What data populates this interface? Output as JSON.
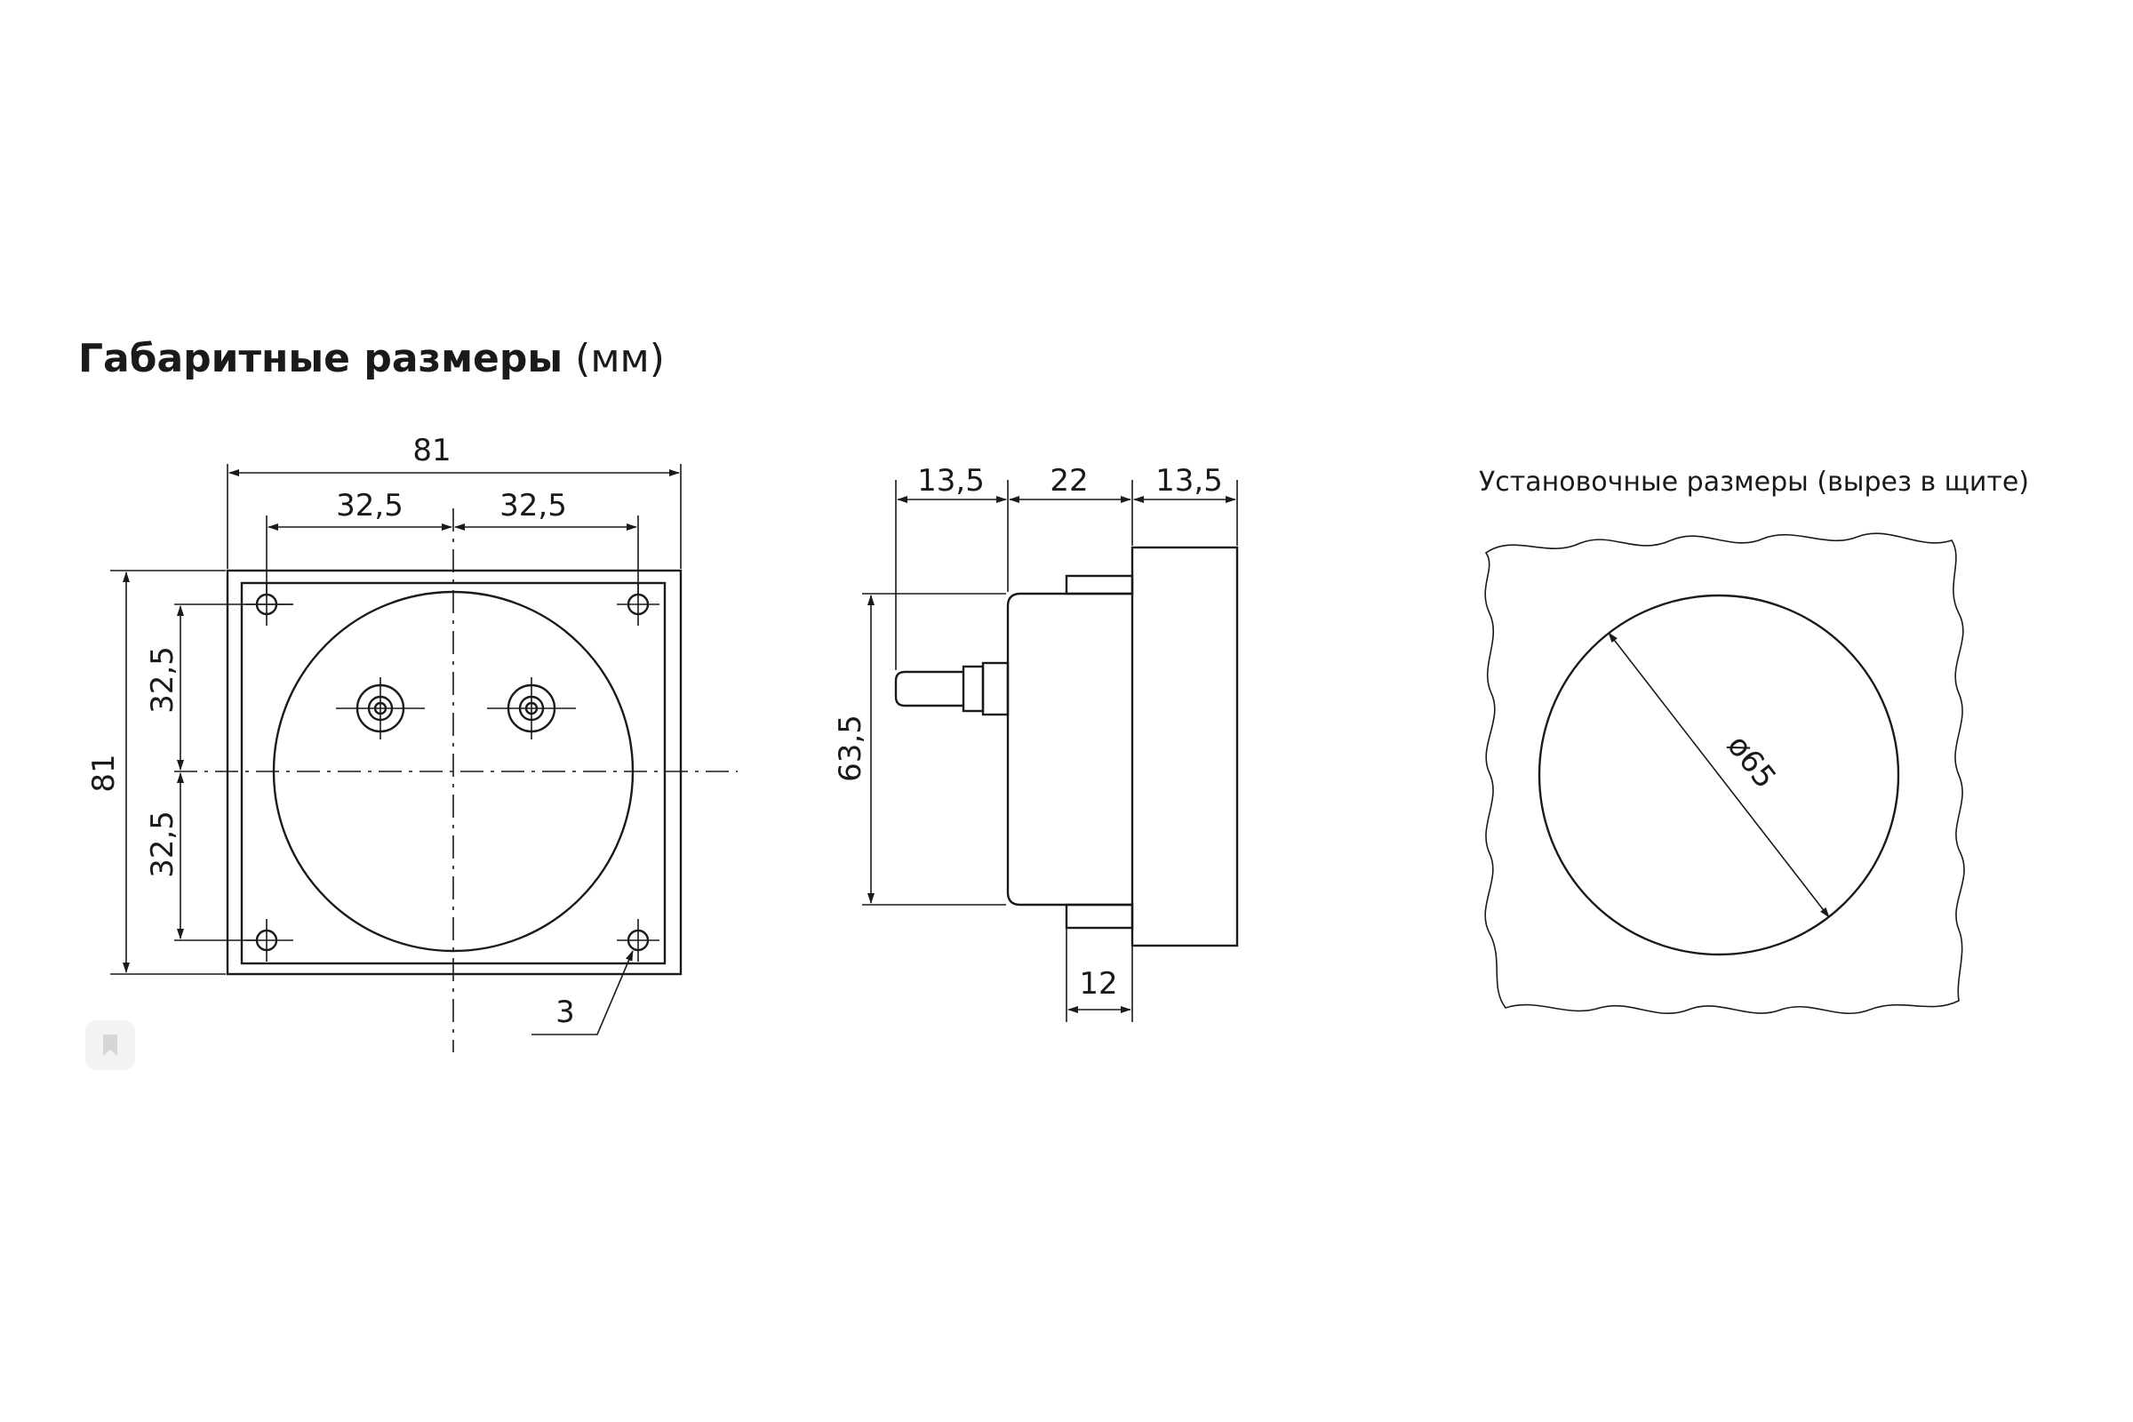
{
  "title": {
    "bold": "Габаритные размеры",
    "unit": "(мм)"
  },
  "front_view": {
    "width": "81",
    "half_left": "32,5",
    "half_right": "32,5",
    "height": "81",
    "half_top": "32,5",
    "half_bottom": "32,5",
    "hole": "3"
  },
  "side_view": {
    "depth_left": "13,5",
    "depth_mid": "22",
    "depth_right": "13,5",
    "body_height": "63,5",
    "bracket": "12"
  },
  "mounting": {
    "caption": "Установочные размеры (вырез в щите)",
    "diameter": "ø65"
  },
  "icons": [
    "bookmark-icon"
  ]
}
